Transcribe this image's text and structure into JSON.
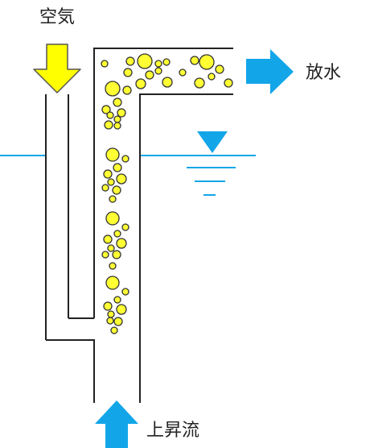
{
  "labels": {
    "air": "空気",
    "discharge": "放水",
    "upflow": "上昇流"
  },
  "colors": {
    "air_arrow": "#ffff00",
    "air_arrow_stroke": "#555555",
    "water_arrow": "#12a6e8",
    "water_line": "#12a6e8",
    "bubble_fill": "#ffff33",
    "bubble_stroke": "#333333",
    "pipe_stroke": "#222222"
  },
  "icons": {
    "air_inlet": "down-arrow-icon",
    "discharge": "right-arrow-icon",
    "upflow": "up-arrow-icon",
    "water_level": "water-level-triangle-icon"
  }
}
